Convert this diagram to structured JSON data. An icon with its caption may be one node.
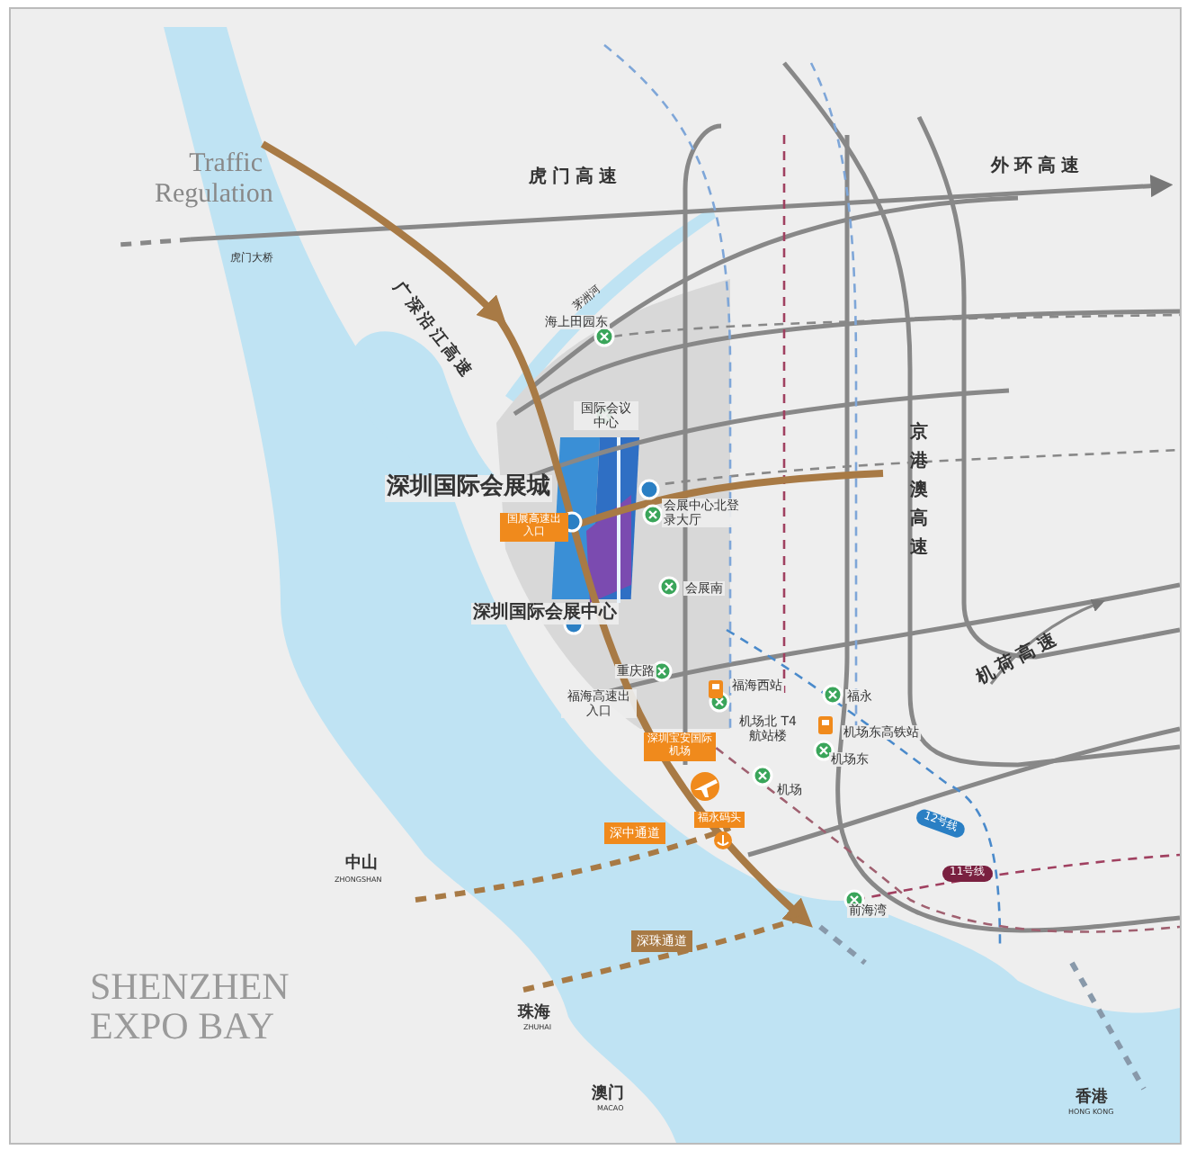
{
  "diagram": {
    "labels": [
      "Traffic Regulation",
      "虎门高速",
      "外环高速",
      "虎门大桥",
      "广深沿江高速",
      "茅洲河",
      "海上田园东",
      "国际会议中心",
      "会展中心北登录大厅",
      "京港澳高速",
      "深圳国际会展城",
      "国展高速出入口",
      "深圳国际会展中心",
      "会展南",
      "重庆路",
      "福海西站",
      "福永",
      "福海高速出入口",
      "机场北 T4航站楼",
      "机场东高铁站",
      "机场东",
      "深圳宝安国际机场",
      "机荷高速",
      "机场",
      "福永码头",
      "深中通道",
      "12号线",
      "11号线",
      "前海湾",
      "中山",
      "ZHONGSHAN",
      "深珠通道",
      "珠海",
      "ZHUHAI",
      "SHENZHEN EXPO BAY",
      "澳门",
      "MACAO",
      "香港",
      "HONG KONG"
    ]
  }
}
